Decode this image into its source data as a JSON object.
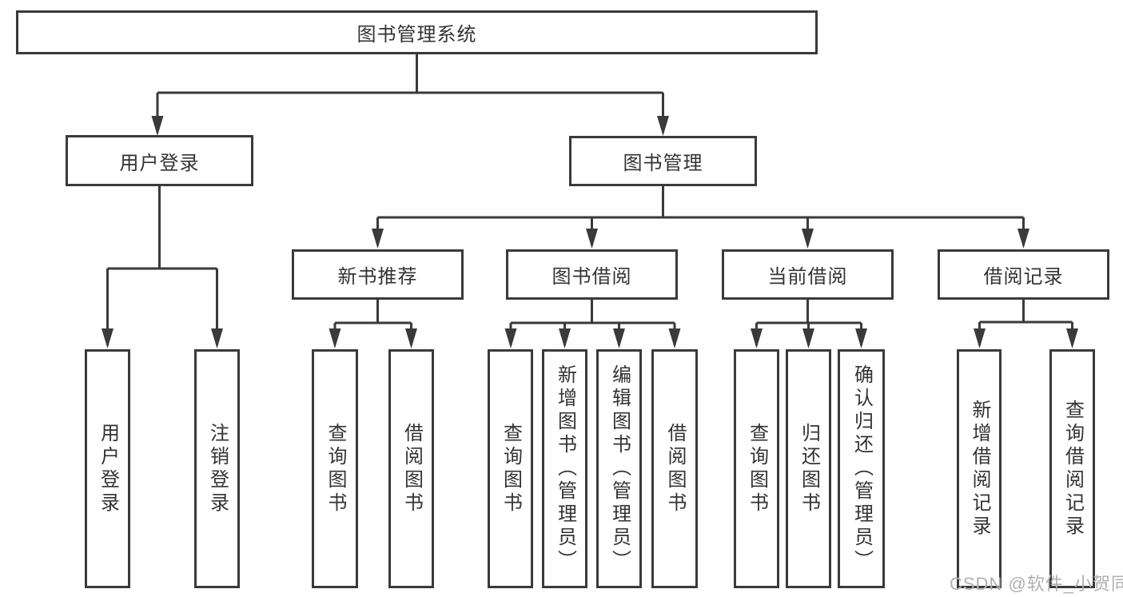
{
  "diagram": {
    "type": "hierarchy-tree",
    "colors": {
      "line": "#3a3a3a",
      "text": "#333333",
      "watermark": "#b0b0b0",
      "bg": "#fefefe"
    },
    "root": {
      "label": "图书管理系统"
    },
    "level2": [
      {
        "id": "user-login",
        "label": "用户登录"
      },
      {
        "id": "book-management",
        "label": "图书管理"
      }
    ],
    "level3": [
      {
        "id": "new-book-recommend",
        "label": "新书推荐"
      },
      {
        "id": "book-borrow",
        "label": "图书借阅"
      },
      {
        "id": "current-borrow",
        "label": "当前借阅"
      },
      {
        "id": "borrow-records",
        "label": "借阅记录"
      }
    ],
    "leaves": [
      {
        "id": "user-login-leaf",
        "label": "用户登录",
        "parent": "user-login"
      },
      {
        "id": "logout",
        "label": "注销登录",
        "parent": "user-login"
      },
      {
        "id": "query-books-recommend",
        "label": "查询图书",
        "parent": "new-book-recommend"
      },
      {
        "id": "borrow-books-recommend",
        "label": "借阅图书",
        "parent": "new-book-recommend"
      },
      {
        "id": "query-books-borrow",
        "label": "查询图书",
        "parent": "book-borrow"
      },
      {
        "id": "add-books-admin",
        "label": "新增图书（管理员）",
        "parent": "book-borrow"
      },
      {
        "id": "edit-books-admin",
        "label": "编辑图书（管理员）",
        "parent": "book-borrow"
      },
      {
        "id": "borrow-books-borrow",
        "label": "借阅图书",
        "parent": "book-borrow"
      },
      {
        "id": "query-books-current",
        "label": "查询图书",
        "parent": "current-borrow"
      },
      {
        "id": "return-books",
        "label": "归还图书",
        "parent": "current-borrow"
      },
      {
        "id": "confirm-return-admin",
        "label": "确认归还（管理员）",
        "parent": "current-borrow"
      },
      {
        "id": "add-borrow-record",
        "label": "新增借阅记录",
        "parent": "borrow-records"
      },
      {
        "id": "query-borrow-record",
        "label": "查询借阅记录",
        "parent": "borrow-records"
      }
    ],
    "watermark": "CSDN @软件_小贺同学"
  }
}
